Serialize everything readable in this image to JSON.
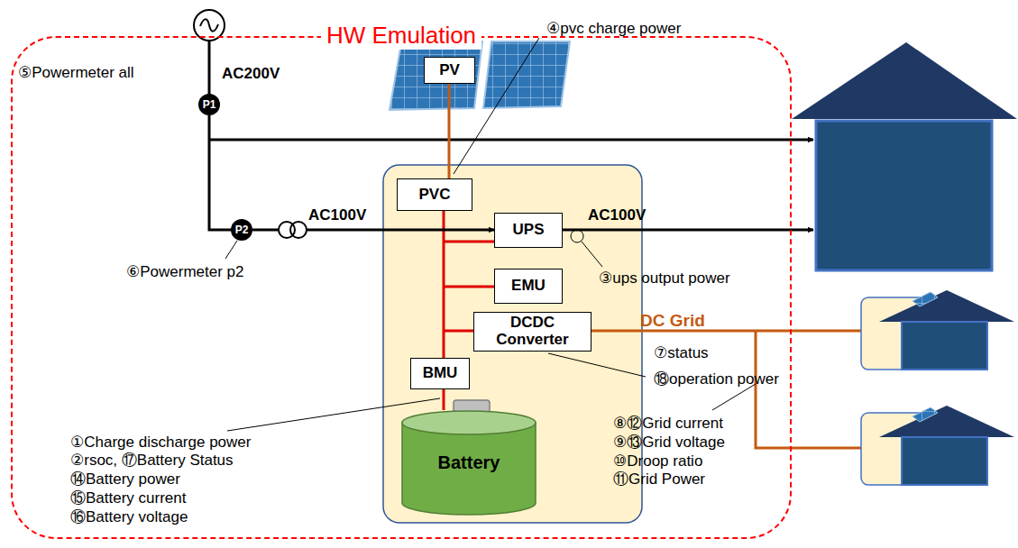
{
  "diagram": {
    "nodes": [
      {
        "text": [
          "HW Emulation"
        ]
      },
      {
        "text": [
          "PV"
        ],
        "in": 0
      },
      {
        "text": [
          "PVC"
        ],
        "in": 0
      },
      {
        "text": [
          "UPS"
        ],
        "in": 0
      },
      {
        "text": [
          "EMU"
        ],
        "in": 0
      },
      {
        "text": [
          "DCDC Converter"
        ],
        "in": 0
      },
      {
        "text": [
          "BMU"
        ],
        "in": 0
      },
      {
        "text": [
          "Battery"
        ],
        "in": 0
      },
      {
        "text": [
          "P1"
        ],
        "in": 0
      },
      {
        "text": [
          "P2"
        ],
        "in": 0
      }
    ],
    "edges": [
      {
        "from": 1,
        "to": 2,
        "arrow": "none"
      },
      {
        "from": 2,
        "to": 6,
        "arrow": "none"
      },
      {
        "from": 6,
        "to": 7,
        "arrow": "none"
      },
      {
        "from": 8,
        "to": 9,
        "arrow": "none"
      },
      {
        "from": 9,
        "to": 3,
        "arrow": "to"
      }
    ],
    "labels": [
      "⑤Powermeter all",
      "AC200V",
      "AC100V",
      "⑥Powermeter p2",
      "④pvc charge power",
      "AC100V",
      "③ups output power",
      "DC Grid",
      "⑦status",
      "⑱operation power",
      "⑧⑫Grid current",
      "⑨⑬Grid voltage",
      "⑩Droop ratio",
      "⑪Grid Power",
      "①Charge discharge power",
      "②rsoc, ⑰Battery Status",
      "⑭Battery power",
      "⑮Battery current",
      "⑯Battery voltage"
    ]
  }
}
